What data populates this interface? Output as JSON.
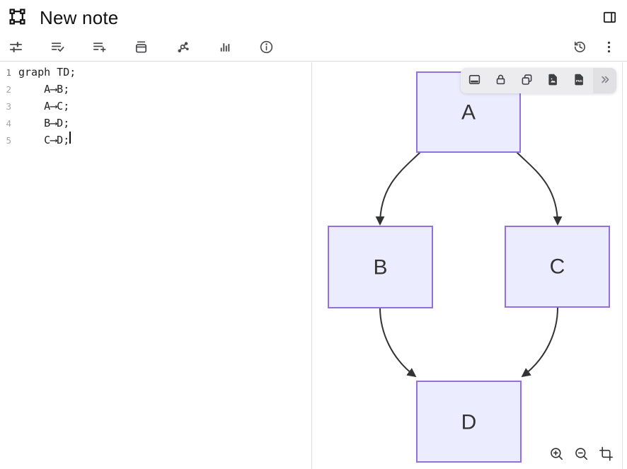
{
  "header": {
    "title": "New note",
    "logo_icon": "frame-corners-icon",
    "panel_toggle_icon": "split-view-icon"
  },
  "toolbar": {
    "buttons": [
      {
        "icon": "tune-sliders-icon"
      },
      {
        "icon": "list-check-icon"
      },
      {
        "icon": "list-add-icon"
      },
      {
        "icon": "archive-box-icon"
      },
      {
        "icon": "share-graph-icon"
      },
      {
        "icon": "histogram-icon"
      },
      {
        "icon": "info-circle-icon"
      }
    ],
    "right_buttons": [
      {
        "icon": "history-icon"
      },
      {
        "icon": "kebab-menu-icon"
      }
    ]
  },
  "editor": {
    "lines": [
      {
        "number": "1",
        "code": "graph TD;"
      },
      {
        "number": "2",
        "code": "    A⟶B;"
      },
      {
        "number": "3",
        "code": "    A⟶C;"
      },
      {
        "number": "4",
        "code": "    B⟶D;"
      },
      {
        "number": "5",
        "code": "    C⟶D;"
      }
    ]
  },
  "diagram": {
    "type": "mermaid-flowchart-TD",
    "nodes": [
      {
        "id": "A",
        "label": "A"
      },
      {
        "id": "B",
        "label": "B"
      },
      {
        "id": "C",
        "label": "C"
      },
      {
        "id": "D",
        "label": "D"
      }
    ],
    "edges": [
      {
        "from": "A",
        "to": "B"
      },
      {
        "from": "A",
        "to": "C"
      },
      {
        "from": "B",
        "to": "D"
      },
      {
        "from": "C",
        "to": "D"
      }
    ],
    "colors": {
      "node_fill": "#ECECFF",
      "node_stroke": "#9370DB",
      "edge": "#333333",
      "label": "#333333"
    }
  },
  "floating_toolbar": {
    "buttons": [
      {
        "icon": "bottom-panel-icon"
      },
      {
        "icon": "lock-icon"
      },
      {
        "icon": "copy-icon"
      },
      {
        "icon": "image-file-icon"
      },
      {
        "icon": "png-file-icon",
        "badge": "PNG"
      }
    ],
    "more_icon": "chevrons-right-icon"
  },
  "canvas_controls": {
    "buttons": [
      {
        "icon": "zoom-in-icon"
      },
      {
        "icon": "zoom-out-icon"
      },
      {
        "icon": "crop-icon"
      }
    ]
  }
}
